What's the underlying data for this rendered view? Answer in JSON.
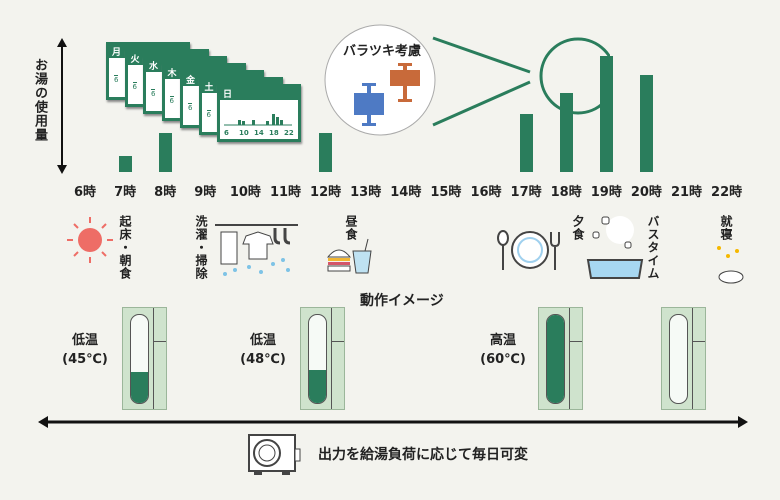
{
  "y_axis_label": "お湯の使用量",
  "hours": [
    "6時",
    "7時",
    "8時",
    "9時",
    "10時",
    "11時",
    "12時",
    "13時",
    "14時",
    "15時",
    "16時",
    "17時",
    "18時",
    "19時",
    "20時",
    "21時",
    "22時"
  ],
  "chart_data": {
    "type": "bar",
    "categories": [
      "7時",
      "8時",
      "12時",
      "17時",
      "18時",
      "19時",
      "20時"
    ],
    "values": [
      13,
      31,
      31,
      46,
      62,
      91,
      76
    ],
    "ylabel": "お湯の使用量",
    "ylim": [
      0,
      100
    ]
  },
  "weekly_cards": {
    "days": [
      "月",
      "火",
      "水",
      "木",
      "金",
      "土",
      "日"
    ],
    "tick_first": "6",
    "ticks": [
      "6",
      "10",
      "14",
      "18",
      "22"
    ]
  },
  "variance": {
    "label": "バラツキ考慮"
  },
  "activities": [
    {
      "label": "起床・朝食",
      "icon": "sun-icon"
    },
    {
      "label": "洗濯・掃除",
      "icon": "laundry-icon"
    },
    {
      "label": "昼食",
      "icon": "lunch-icon"
    },
    {
      "label": "夕食",
      "icon": "dinner-icon"
    },
    {
      "label": "バスタイム",
      "icon": "bathtub-icon"
    },
    {
      "label": "就寝",
      "icon": "moon-icon"
    }
  ],
  "activity_title": "動作イメージ",
  "thermometers": [
    {
      "label": "低温",
      "temp": "(45℃)",
      "level": 35
    },
    {
      "label": "低温",
      "temp": "(48℃)",
      "level": 38
    },
    {
      "label": "高温",
      "temp": "(60℃)",
      "level": 100
    },
    {
      "level": 0
    }
  ],
  "footer": {
    "text": "出力を給湯負荷に応じて毎日可変"
  },
  "colors": {
    "green": "#2a7d5c",
    "sun": "#ee6d66",
    "orange": "#c86a3a",
    "blue": "#4e7ac4"
  }
}
